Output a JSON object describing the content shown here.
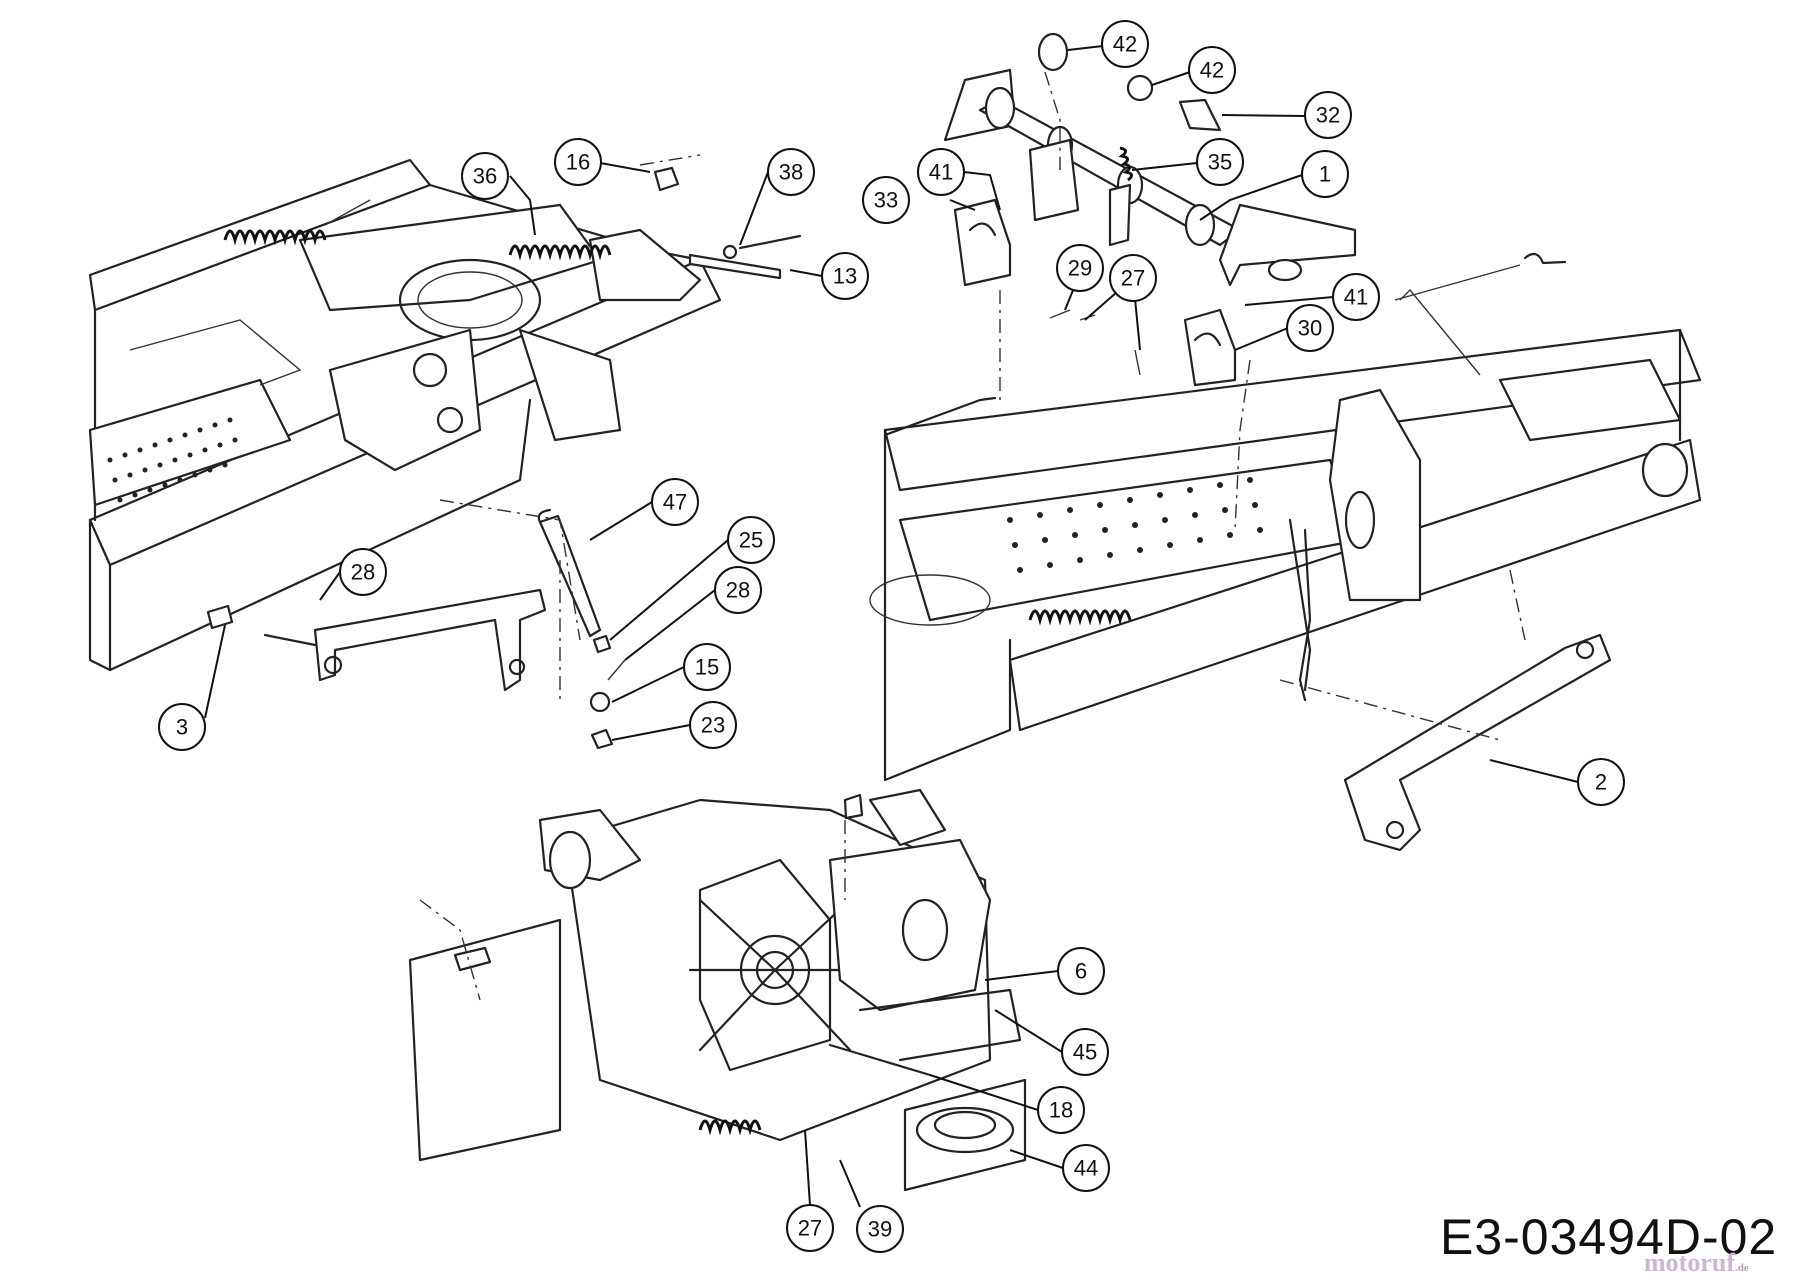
{
  "callouts": [
    {
      "label": "42",
      "id": "c42a"
    },
    {
      "label": "42",
      "id": "c42b"
    },
    {
      "label": "32",
      "id": "c32"
    },
    {
      "label": "35",
      "id": "c35"
    },
    {
      "label": "1",
      "id": "c1"
    },
    {
      "label": "41",
      "id": "c41a"
    },
    {
      "label": "33",
      "id": "c33"
    },
    {
      "label": "29",
      "id": "c29"
    },
    {
      "label": "27",
      "id": "c27a"
    },
    {
      "label": "41",
      "id": "c41b"
    },
    {
      "label": "30",
      "id": "c30"
    },
    {
      "label": "36",
      "id": "c36"
    },
    {
      "label": "16",
      "id": "c16"
    },
    {
      "label": "38",
      "id": "c38"
    },
    {
      "label": "13",
      "id": "c13"
    },
    {
      "label": "47",
      "id": "c47"
    },
    {
      "label": "25",
      "id": "c25"
    },
    {
      "label": "28",
      "id": "c28a"
    },
    {
      "label": "28",
      "id": "c28b"
    },
    {
      "label": "15",
      "id": "c15"
    },
    {
      "label": "23",
      "id": "c23"
    },
    {
      "label": "3",
      "id": "c3"
    },
    {
      "label": "2",
      "id": "c2"
    },
    {
      "label": "6",
      "id": "c6"
    },
    {
      "label": "45",
      "id": "c45"
    },
    {
      "label": "18",
      "id": "c18"
    },
    {
      "label": "44",
      "id": "c44"
    },
    {
      "label": "27",
      "id": "c27b"
    },
    {
      "label": "39",
      "id": "c39"
    }
  ],
  "drawing_code": "E3-03494D-02",
  "watermark": {
    "brand": "motoruf",
    "suffix": ".de"
  }
}
